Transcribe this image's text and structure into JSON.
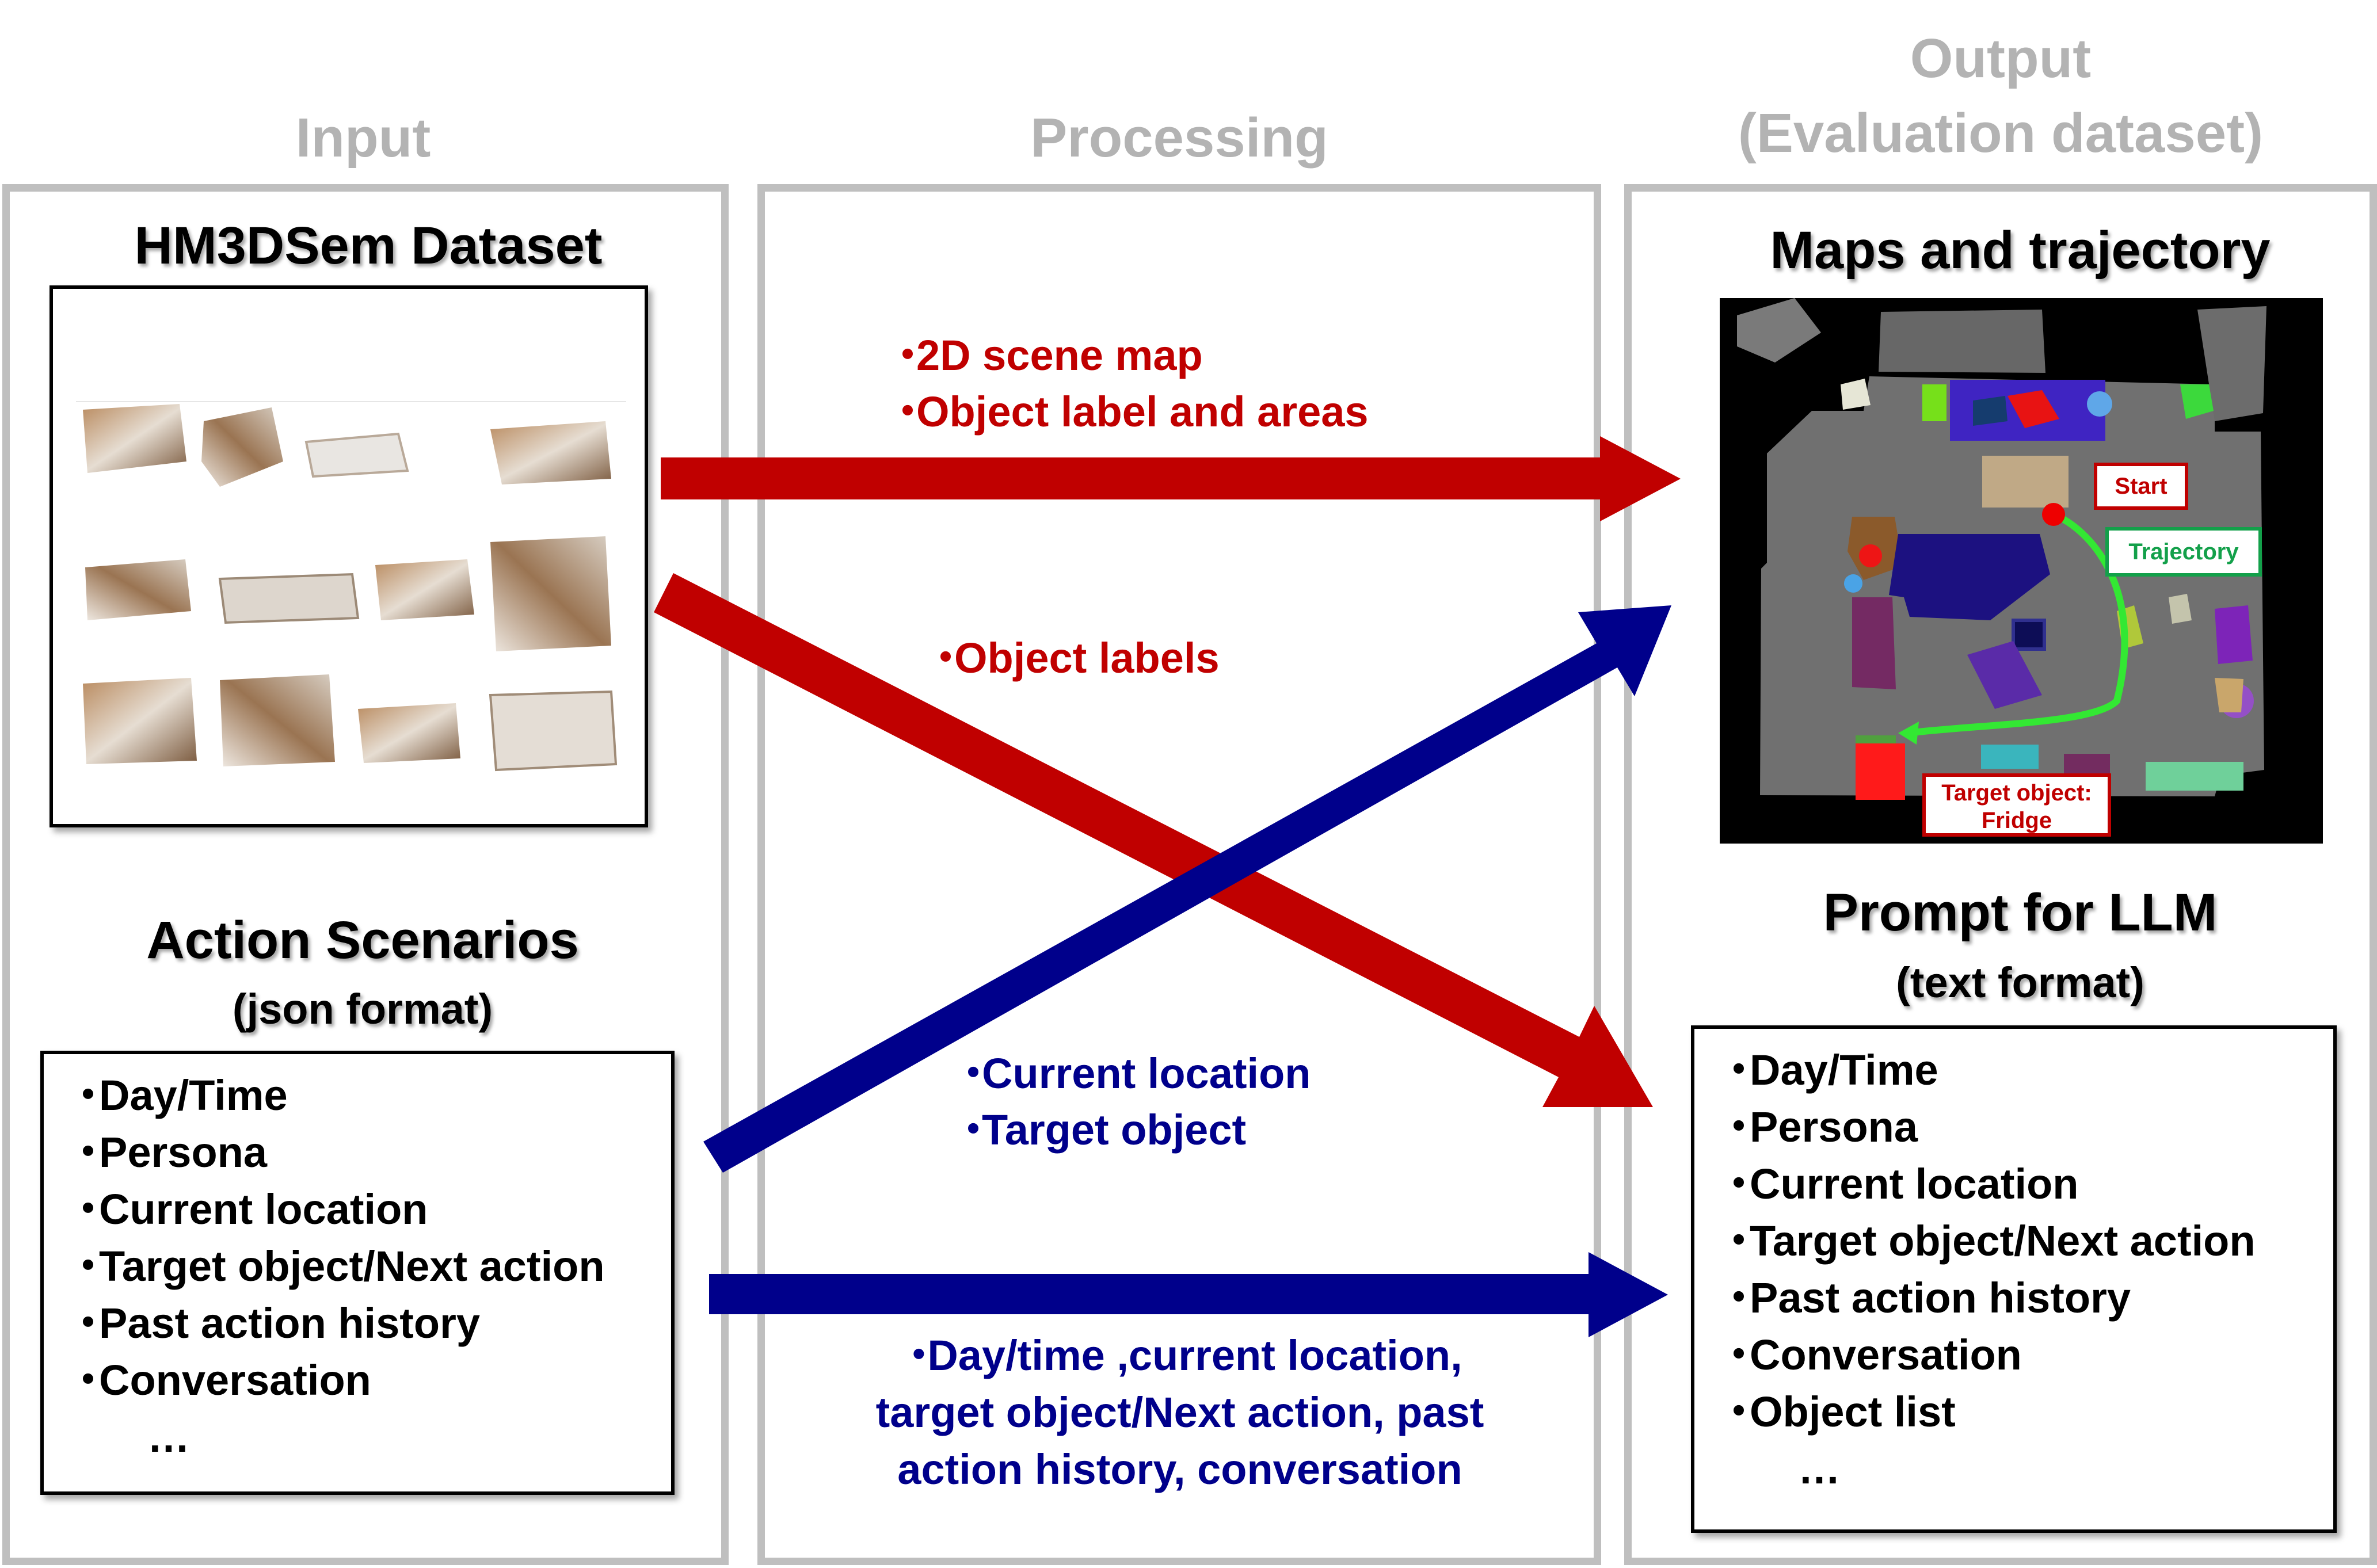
{
  "columns": {
    "input": "Input",
    "processing": "Processing",
    "output_line1": "Output",
    "output_line2": "(Evaluation dataset)"
  },
  "input": {
    "dataset_title": "HM3DSem Dataset",
    "scenarios_title": "Action Scenarios",
    "scenarios_subtitle": "(json format)",
    "scenario_items": [
      "Day/Time",
      "Persona",
      "Current location",
      "Target object/Next action",
      "Past action history",
      "Conversation"
    ],
    "scenario_more": "…"
  },
  "processing": {
    "map_items": [
      "2D scene map",
      "Object label and areas"
    ],
    "object_labels": "Object labels",
    "location_items": [
      "Current location",
      "Target object"
    ],
    "context_lines": [
      "Day/time ,current location,",
      "target object/Next action, past",
      "action history, conversation"
    ]
  },
  "output": {
    "maps_title": "Maps and trajectory",
    "start_label": "Start",
    "trajectory_label": "Trajectory",
    "target_line1": "Target object:",
    "target_line2": "Fridge",
    "prompt_title": "Prompt for LLM",
    "prompt_subtitle": "(text format)",
    "prompt_items": [
      "Day/Time",
      "Persona",
      "Current location",
      "Target object/Next action",
      "Past action history",
      "Conversation",
      "Object list"
    ],
    "prompt_more": "…"
  },
  "icons": {
    "bullet": "・",
    "dataset_image": "3d-floorplan-thumbnails-icon",
    "map_image": "semantic-top-down-map-icon"
  },
  "colors": {
    "red_arrow": "#c00000",
    "blue_arrow": "#00008b",
    "trajectory": "#33e833",
    "panel_border": "#bfbfbf",
    "header_text": "#b3b3b3"
  }
}
